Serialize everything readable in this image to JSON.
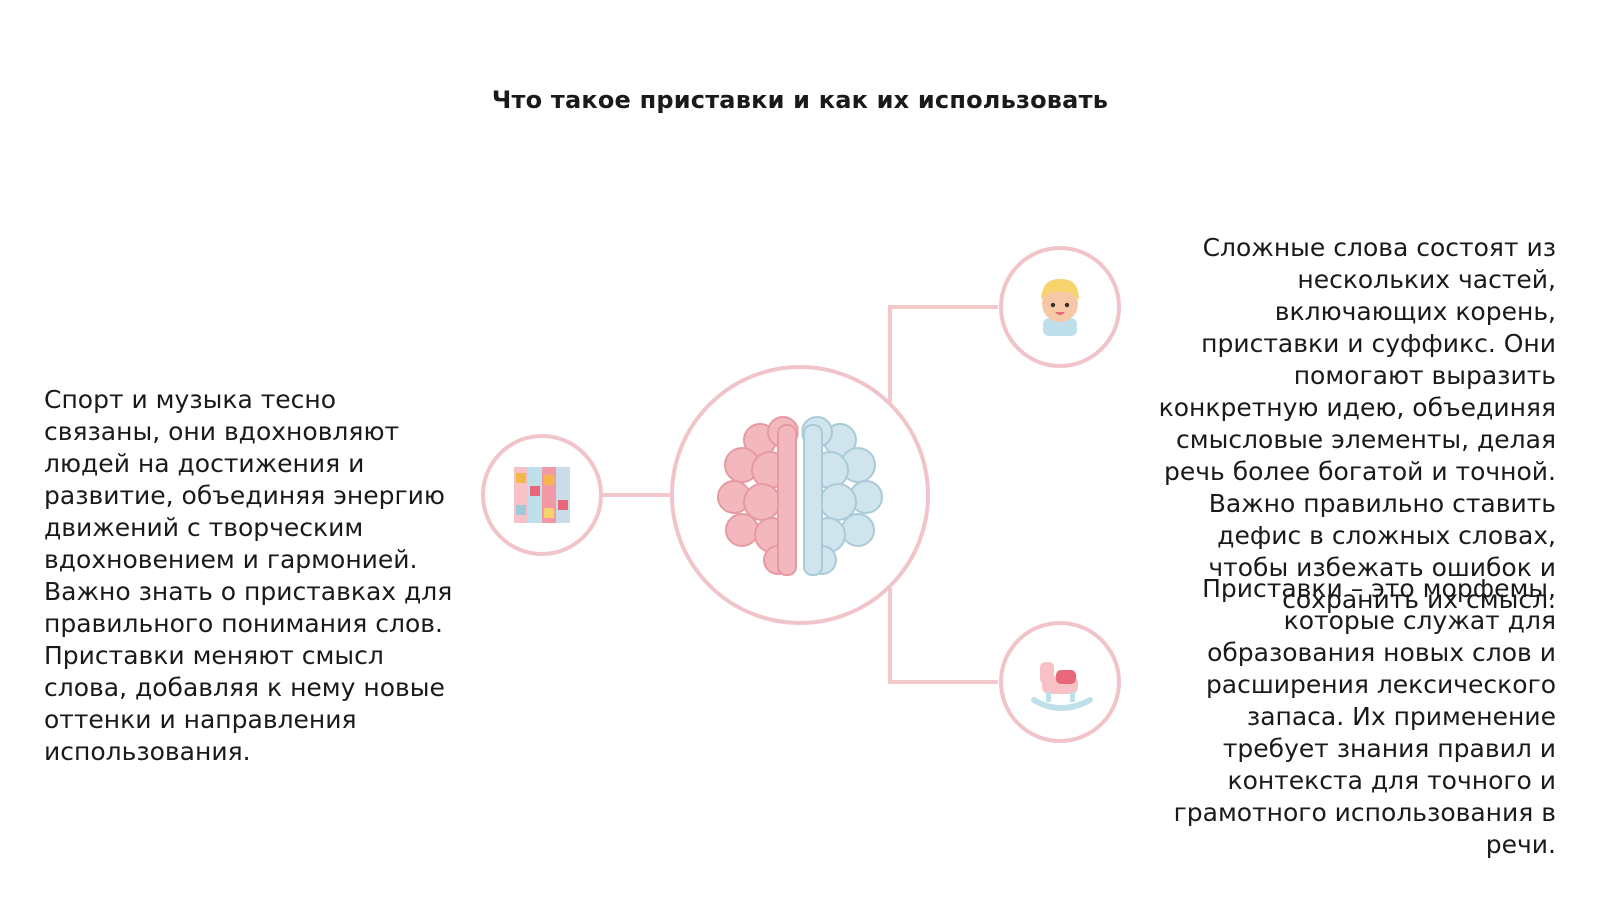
{
  "slide": {
    "title": "Что такое приставки и как их использовать",
    "left_text": "Спорт и музыка тесно связаны, они вдохновляют людей на достижения и развитие, объединяя энергию движений с творческим вдохновением и гармонией. Важно знать о приставках для правильного понимания слов. Приставки меняют смысл слова, добавляя к нему новые оттенки и направления использования.",
    "right_top_text": "Сложные слова состоят из нескольких частей, включающих корень, приставки и суффикс. Они помогают выразить конкретную идею, объединяя смысловые элементы, делая речь более богатой и точной. Важно правильно ставить дефис в сложных словах, чтобы избежать ошибок и сохранить их смысл.",
    "right_bottom_text": "Приставки – это морфемы, которые служат для образования новых слов и расширения лексического запаса. Их применение требует знания правил и контекста для точного и грамотного использования в речи."
  },
  "diagram": {
    "center_icon": "brain-icon",
    "left_icon": "puzzle-blocks-icon",
    "top_right_icon": "child-face-icon",
    "bottom_right_icon": "rocking-horse-icon",
    "line_color": "#f2c8cb",
    "circle_color": "#f0c4c8",
    "brain_left_color": "#f3b8be",
    "brain_right_color": "#cfe4ec"
  }
}
